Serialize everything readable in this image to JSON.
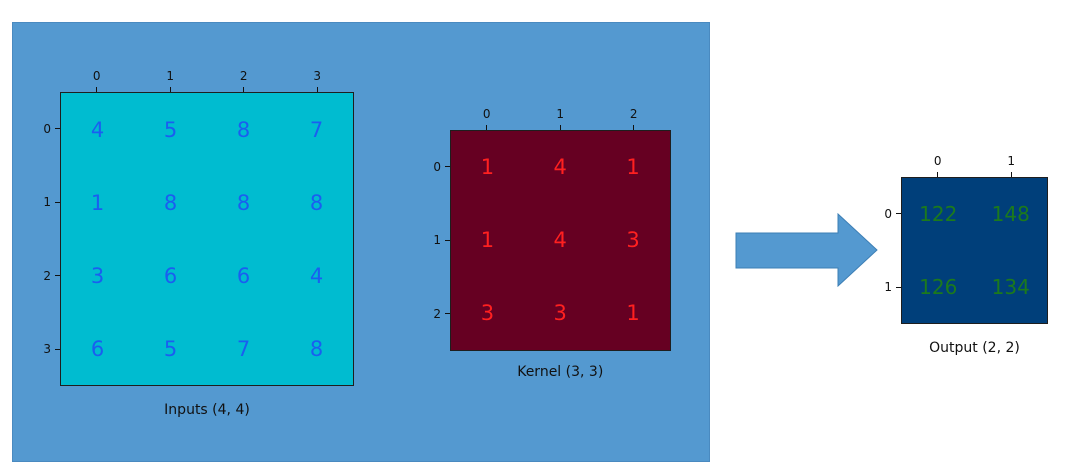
{
  "inputs": {
    "caption": "Inputs (4, 4)",
    "col_labels": [
      "0",
      "1",
      "2",
      "3"
    ],
    "row_labels": [
      "0",
      "1",
      "2",
      "3"
    ],
    "values": [
      [
        4,
        5,
        8,
        7
      ],
      [
        1,
        8,
        8,
        8
      ],
      [
        3,
        6,
        6,
        4
      ],
      [
        6,
        5,
        7,
        8
      ]
    ],
    "bg_color": "#00bcd0",
    "text_color": "#1a5ef0"
  },
  "kernel": {
    "caption": "Kernel (3, 3)",
    "col_labels": [
      "0",
      "1",
      "2"
    ],
    "row_labels": [
      "0",
      "1",
      "2"
    ],
    "values": [
      [
        1,
        4,
        1
      ],
      [
        1,
        4,
        3
      ],
      [
        3,
        3,
        1
      ]
    ],
    "bg_color": "#660022",
    "text_color": "#ff2020"
  },
  "output": {
    "caption": "Output (2, 2)",
    "col_labels": [
      "0",
      "1"
    ],
    "row_labels": [
      "0",
      "1"
    ],
    "values": [
      [
        122,
        148
      ],
      [
        126,
        134
      ]
    ],
    "bg_color": "#003f7a",
    "text_color": "#1c7a1c"
  },
  "colors": {
    "panel": "#5499d0",
    "arrow": "#5499d0"
  },
  "icons": {
    "arrow": "right-arrow-icon"
  }
}
